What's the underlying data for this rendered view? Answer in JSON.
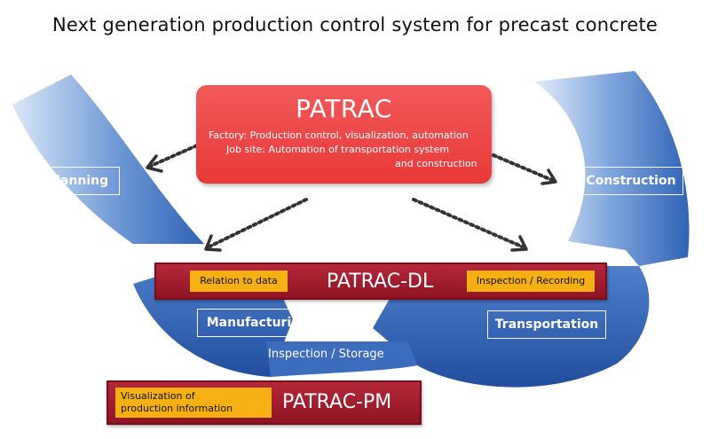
{
  "title": "Next generation production control system for precast concrete",
  "patrac": {
    "name": "PATRAC",
    "line1": "Factory: Production control, visualization, automation",
    "line2": "Job site: Automation of transportation system",
    "line3": "and construction"
  },
  "stages": {
    "planning": "Planning",
    "construction": "Construction",
    "manufacturing": "Manufacturing",
    "transportation": "Transportation"
  },
  "patrac_dl": {
    "name": "PATRAC-DL",
    "left_tag": "Relation to data",
    "right_tag": "Inspection / Recording"
  },
  "inspection_storage": "Inspection / Storage",
  "patrac_pm": {
    "name": "PATRAC-PM",
    "tag_line1": "Visualization of",
    "tag_line2": "production information"
  },
  "colors": {
    "blue_dark": "#2f63b5",
    "blue_light": "#dbe7f7",
    "patrac_red": "#e83838",
    "bar_red": "#9b1a2b",
    "gold": "#f5b014"
  }
}
